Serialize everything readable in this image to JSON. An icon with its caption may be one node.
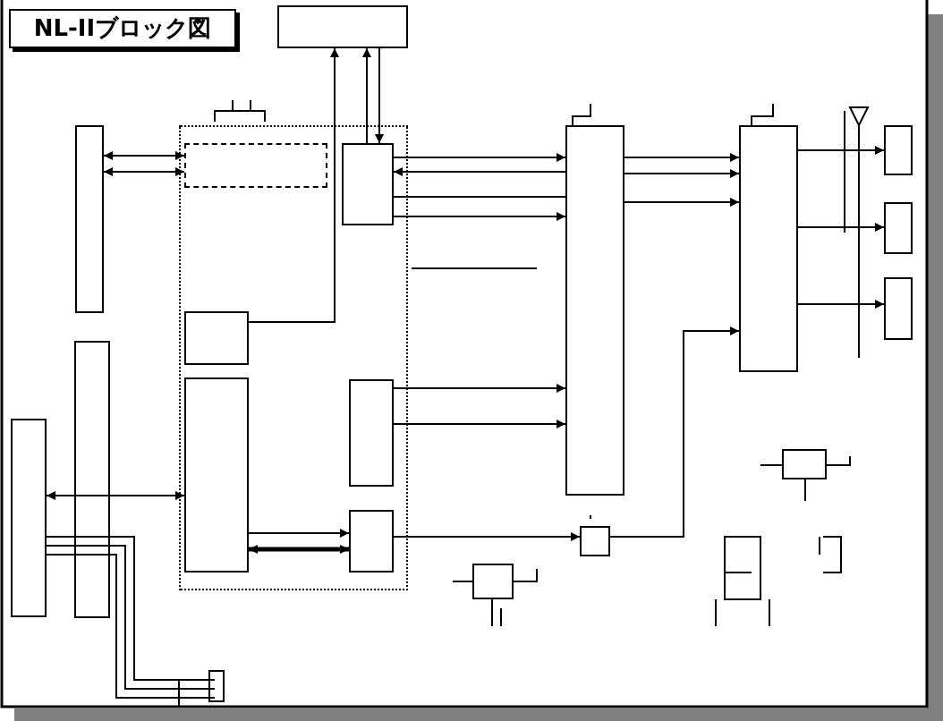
{
  "diagram": {
    "title": "NL-IIブロック図",
    "nodes": [
      {
        "text": [],
        "shape": "box"
      },
      {
        "text": [],
        "shape": "box"
      },
      {
        "text": [],
        "shape": "box"
      },
      {
        "text": [],
        "shape": "box",
        "in": 2
      },
      {
        "text": [],
        "shape": "box",
        "in": 2
      },
      {
        "text": [],
        "shape": "box",
        "in": 2
      },
      {
        "text": [],
        "shape": "box",
        "in": 2
      },
      {
        "text": [],
        "shape": "box",
        "in": 2
      },
      {
        "text": [],
        "shape": "box",
        "in": 2
      },
      {
        "text": [],
        "shape": "box"
      },
      {
        "text": [],
        "shape": "box"
      },
      {
        "text": [],
        "shape": "box"
      },
      {
        "text": [],
        "shape": "box"
      },
      {
        "text": [],
        "shape": "box"
      },
      {
        "text": [],
        "shape": "box"
      },
      {
        "text": [],
        "shape": "box"
      },
      {
        "text": [],
        "shape": "box"
      },
      {
        "text": [],
        "shape": "box"
      }
    ],
    "edges": [
      {
        "from": 4,
        "to": 0,
        "arrow": "to"
      },
      {
        "from": 0,
        "to": 4,
        "arrow": "to"
      },
      {
        "from": 5,
        "to": 0,
        "arrow": "to"
      },
      {
        "from": 1,
        "to": 3,
        "arrow": "both"
      },
      {
        "from": 1,
        "to": 3,
        "arrow": "both"
      },
      {
        "from": 4,
        "to": 9,
        "arrow": "to"
      },
      {
        "from": 9,
        "to": 4,
        "arrow": "to"
      },
      {
        "from": 4,
        "to": 9,
        "arrow": "none"
      },
      {
        "from": 4,
        "to": 9,
        "arrow": "to"
      },
      {
        "from": 9,
        "to": 10,
        "arrow": "to"
      },
      {
        "from": 9,
        "to": 10,
        "arrow": "to"
      },
      {
        "from": 9,
        "to": 10,
        "arrow": "to"
      },
      {
        "from": 10,
        "to": 11,
        "arrow": "to"
      },
      {
        "from": 10,
        "to": 12,
        "arrow": "to"
      },
      {
        "from": 10,
        "to": 13,
        "arrow": "to"
      },
      {
        "from": 14,
        "to": 6,
        "arrow": "both"
      },
      {
        "from": 6,
        "to": 8,
        "arrow": "both",
        "style": "thick"
      },
      {
        "from": 6,
        "to": 8,
        "arrow": "to"
      },
      {
        "from": 7,
        "to": 9,
        "arrow": "to"
      },
      {
        "from": 7,
        "to": 9,
        "arrow": "to"
      },
      {
        "from": 8,
        "to": 15,
        "arrow": "to"
      },
      {
        "from": 15,
        "to": 10,
        "arrow": "to"
      }
    ]
  }
}
